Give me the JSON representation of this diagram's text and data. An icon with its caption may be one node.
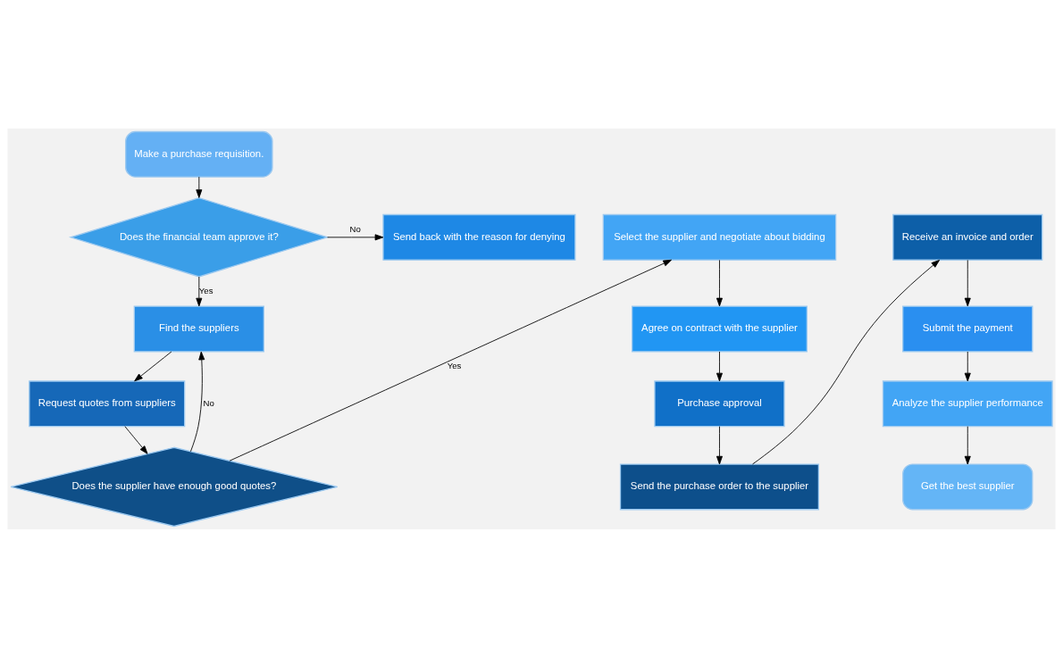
{
  "diagram": {
    "nodes": [
      {
        "text": [
          "Make a purchase requisition."
        ]
      },
      {
        "text": [
          "Does the financial team approve it?"
        ]
      },
      {
        "text": [
          "Send back with the reason for denying"
        ]
      },
      {
        "text": [
          "Find the suppliers"
        ]
      },
      {
        "text": [
          "Request quotes from suppliers"
        ]
      },
      {
        "text": [
          "Does the supplier have enough good quotes?"
        ]
      },
      {
        "text": [
          "Select the supplier and negotiate about bidding"
        ]
      },
      {
        "text": [
          "Agree on contract with the supplier"
        ]
      },
      {
        "text": [
          "Purchase approval"
        ]
      },
      {
        "text": [
          "Send the purchase order to the supplier"
        ]
      },
      {
        "text": [
          "Receive an invoice and order"
        ]
      },
      {
        "text": [
          "Submit the payment"
        ]
      },
      {
        "text": [
          "Analyze the supplier performance"
        ]
      },
      {
        "text": [
          "Get the best supplier"
        ]
      }
    ],
    "edges": [
      {
        "from": 0,
        "to": 1,
        "arrow": "to"
      },
      {
        "from": 1,
        "to": 2,
        "arrow": "to",
        "label": "No"
      },
      {
        "from": 1,
        "to": 3,
        "arrow": "to",
        "label": "Yes"
      },
      {
        "from": 3,
        "to": 4,
        "arrow": "to"
      },
      {
        "from": 4,
        "to": 5,
        "arrow": "to"
      },
      {
        "from": 5,
        "to": 3,
        "arrow": "to",
        "label": "No"
      },
      {
        "from": 5,
        "to": 6,
        "arrow": "to",
        "label": "Yes"
      },
      {
        "from": 6,
        "to": 7,
        "arrow": "to"
      },
      {
        "from": 7,
        "to": 8,
        "arrow": "to"
      },
      {
        "from": 8,
        "to": 9,
        "arrow": "to"
      },
      {
        "from": 9,
        "to": 10,
        "arrow": "to"
      },
      {
        "from": 10,
        "to": 11,
        "arrow": "to"
      },
      {
        "from": 11,
        "to": 12,
        "arrow": "to"
      },
      {
        "from": 12,
        "to": 13,
        "arrow": "to"
      }
    ]
  }
}
